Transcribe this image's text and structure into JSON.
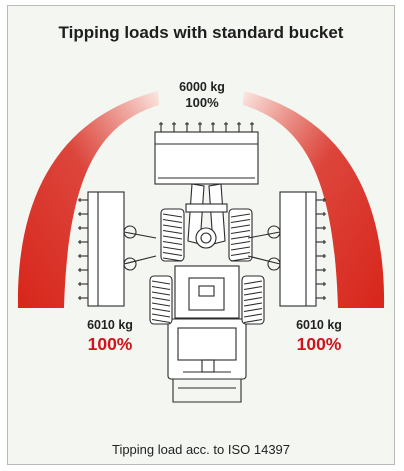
{
  "title": "Tipping loads with standard bucket",
  "positions": {
    "top": {
      "load": "6000 kg",
      "percent": "100%"
    },
    "left": {
      "load": "6010 kg",
      "percent": "100%"
    },
    "right": {
      "load": "6010 kg",
      "percent": "100%"
    }
  },
  "footnote": "Tipping load acc. to ISO 14397",
  "colors": {
    "arc_red": "#d8261b",
    "arc_light": "#fbe9e3",
    "percent_red": "#d0141b",
    "line_art": "#2b2b2b"
  },
  "icons": [
    "wheel-loader-top-view",
    "loader-bucket"
  ]
}
